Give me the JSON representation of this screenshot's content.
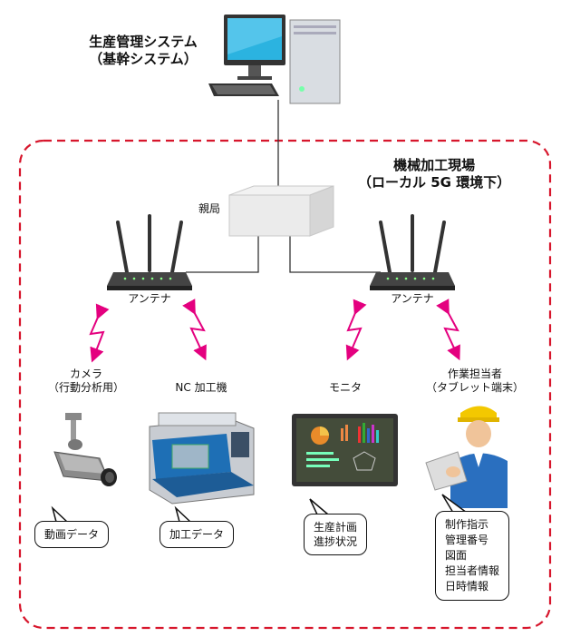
{
  "system": {
    "line1": "生産管理システム",
    "line2": "（基幹システム）"
  },
  "site": {
    "line1": "機械加工現場",
    "line2": "（ローカル 5G 環境下）"
  },
  "base_station": {
    "label": "親局"
  },
  "antennas": [
    {
      "label": "アンテナ"
    },
    {
      "label": "アンテナ"
    }
  ],
  "devices": {
    "camera": {
      "line1": "カメラ",
      "line2": "（行動分析用）",
      "bubble": "動画データ"
    },
    "nc": {
      "line1": "NC 加工機",
      "bubble": "加工データ"
    },
    "monitor": {
      "line1": "モニタ",
      "bubble": [
        "生産計画",
        "進捗状況"
      ]
    },
    "worker": {
      "line1": "作業担当者",
      "line2": "（タブレット端末）",
      "bubble": [
        "制作指示",
        "管理番号",
        "図面",
        "担当者情報",
        "日時情報"
      ]
    }
  },
  "colors": {
    "boundary": "#d7162c",
    "signal": "#e4007f",
    "line": "#333333"
  }
}
